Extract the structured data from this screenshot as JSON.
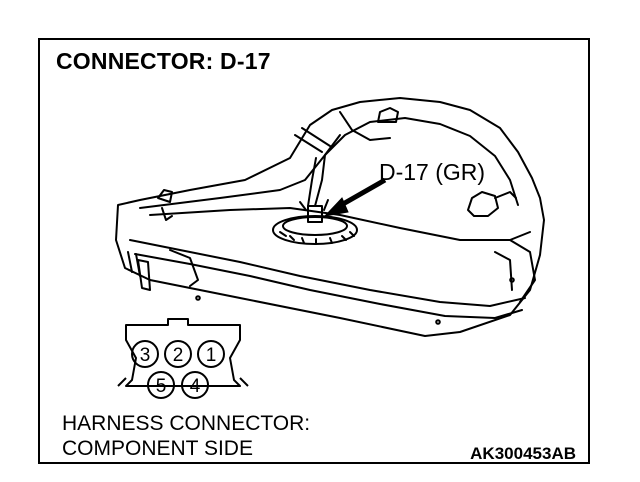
{
  "title": "CONNECTOR: D-17",
  "connector_tag": "D-17 (GR)",
  "pins": {
    "top_row": [
      "3",
      "2",
      "1"
    ],
    "bottom_row": [
      "5",
      "4"
    ]
  },
  "caption": {
    "line1": "HARNESS CONNECTOR:",
    "line2": "COMPONENT SIDE"
  },
  "figure_code": "AK300453AB"
}
